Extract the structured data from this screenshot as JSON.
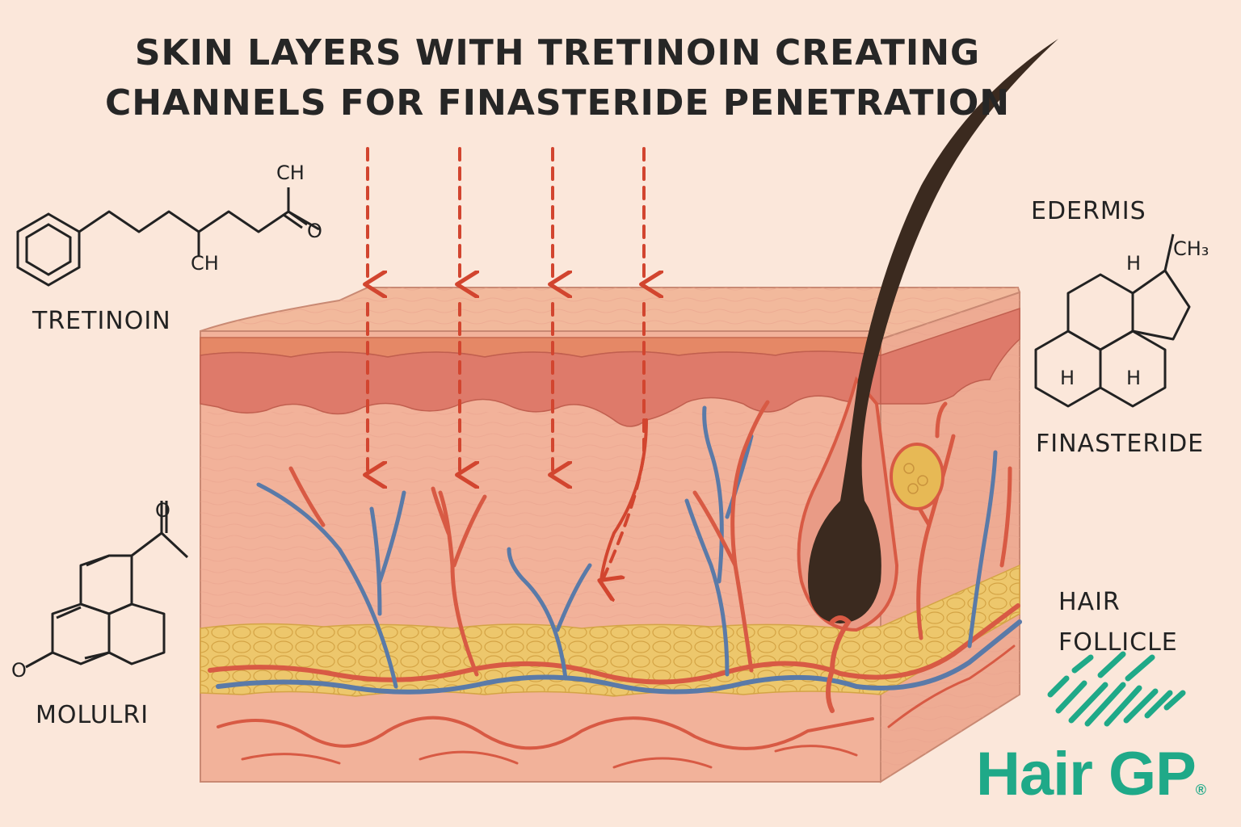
{
  "title": {
    "line1": "SKIN LAYERS WITH TRETINOIN CREATING",
    "line2": "CHANNELS FOR FINASTERIDE PENETRATION"
  },
  "labels": {
    "tretinoin": "TRETINOIN",
    "molulri": "MOLULRI",
    "edermis": "EDERMIS",
    "finasteride": "FINASTERIDE",
    "hair_follicle_1": "HAIR",
    "hair_follicle_2": "FOLLICLE"
  },
  "chem_labels": {
    "tretinoin_ch_top": "CH",
    "tretinoin_ch_bottom": "CH",
    "tretinoin_o": "O",
    "molulri_o_top": "O",
    "molulri_o_left": "O",
    "finasteride_h_top": "H",
    "finasteride_ch3": "CH₃",
    "finasteride_h_left": "H",
    "finasteride_h_right": "H"
  },
  "brand": {
    "name": "Hair GP",
    "mark": "®"
  },
  "colors": {
    "background": "#fbe7da",
    "arrow": "#d2452f",
    "vein": "#5a7aa8",
    "artery": "#d85a44",
    "fat": "#ecc86a",
    "hair": "#3b2a1f",
    "brand": "#1fa988"
  },
  "icons": [
    "benzene-ring-icon",
    "steroid-ring-icon",
    "hair-gp-stripes-icon"
  ]
}
